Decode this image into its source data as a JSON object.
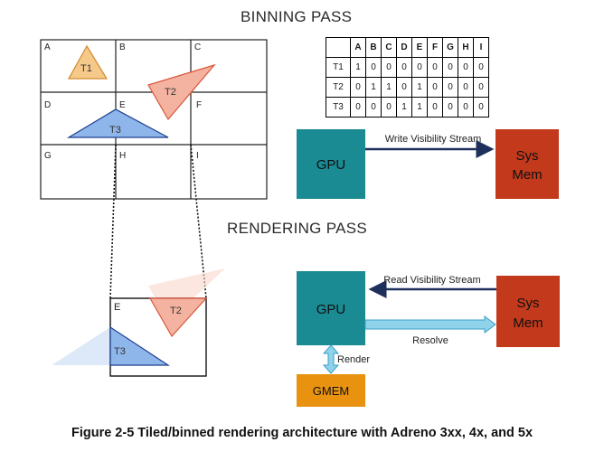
{
  "binning_title": "BINNING PASS",
  "rendering_title": "RENDERING PASS",
  "caption": "Figure 2-5  Tiled/binned rendering architecture with Adreno 3xx, 4x, and 5x",
  "grid_labels": [
    "A",
    "B",
    "C",
    "D",
    "E",
    "F",
    "G",
    "H",
    "I"
  ],
  "triangles": {
    "t1": "T1",
    "t2": "T2",
    "t3": "T3"
  },
  "visibility_table": {
    "columns": [
      "A",
      "B",
      "C",
      "D",
      "E",
      "F",
      "G",
      "H",
      "I"
    ],
    "rows": [
      {
        "label": "T1",
        "values": [
          "1",
          "0",
          "0",
          "0",
          "0",
          "0",
          "0",
          "0",
          "0"
        ]
      },
      {
        "label": "T2",
        "values": [
          "0",
          "1",
          "1",
          "0",
          "1",
          "0",
          "0",
          "0",
          "0"
        ]
      },
      {
        "label": "T3",
        "values": [
          "0",
          "0",
          "0",
          "1",
          "1",
          "0",
          "0",
          "0",
          "0"
        ]
      }
    ]
  },
  "binning": {
    "gpu": "GPU",
    "sysmem_line1": "Sys",
    "sysmem_line2": "Mem",
    "arrow_label": "Write Visibility Stream"
  },
  "rendering": {
    "gpu": "GPU",
    "sysmem_line1": "Sys",
    "sysmem_line2": "Mem",
    "read_label": "Read Visibility Stream",
    "resolve_label": "Resolve",
    "render_label": "Render",
    "gmem": "GMEM",
    "tile_label": "E"
  },
  "colors": {
    "gpu": "#1a8a93",
    "sysmem": "#c2391b",
    "gmem": "#e8920f",
    "t1_fill": "#f5c98a",
    "t1_stroke": "#d48a2a",
    "t2_fill": "#f4b3a0",
    "t2_stroke": "#d8563a",
    "t3_fill": "#8fb6ea",
    "t3_stroke": "#1c3f8f",
    "arrow_dark": "#1f2f5c",
    "arrow_light": "#8fd3ea",
    "arrow_light_stroke": "#3a9fc7"
  }
}
